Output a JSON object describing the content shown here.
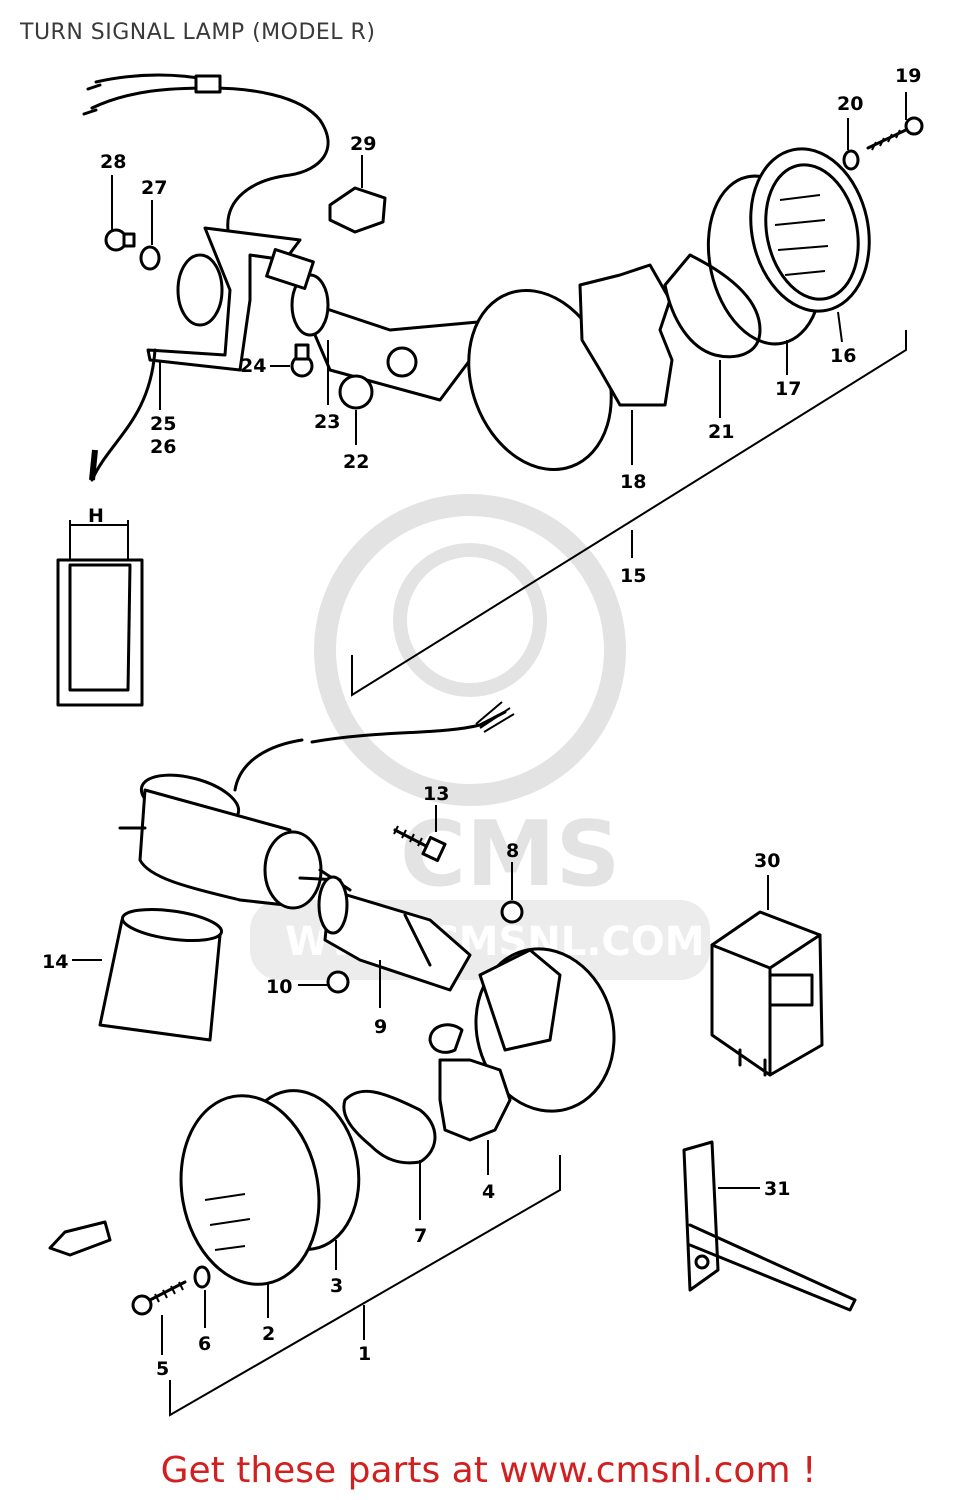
{
  "title": "TURN SIGNAL LAMP (MODEL R)",
  "dimension_label": "H",
  "watermark": {
    "brand": "CMS",
    "url": "WWW.CMSNL.COM"
  },
  "footer_link": "Get these parts at www.cmsnl.com !",
  "colors": {
    "link": "#d21f1f",
    "title": "#3a3a3a",
    "watermark": "#e3e3e3"
  },
  "callouts": {
    "p19": "19",
    "p20": "20",
    "p28": "28",
    "p29": "29",
    "p27": "27",
    "p24": "24",
    "p23": "23",
    "p25": "25",
    "p26": "26",
    "p22": "22",
    "p21": "21",
    "p17": "17",
    "p16": "16",
    "p18": "18",
    "p15": "15",
    "p13": "13",
    "p8": "8",
    "p30": "30",
    "p14": "14",
    "p10": "10",
    "p9": "9",
    "p4": "4",
    "p7": "7",
    "p31": "31",
    "p3": "3",
    "p2": "2",
    "p6": "6",
    "p5": "5",
    "p1": "1"
  }
}
